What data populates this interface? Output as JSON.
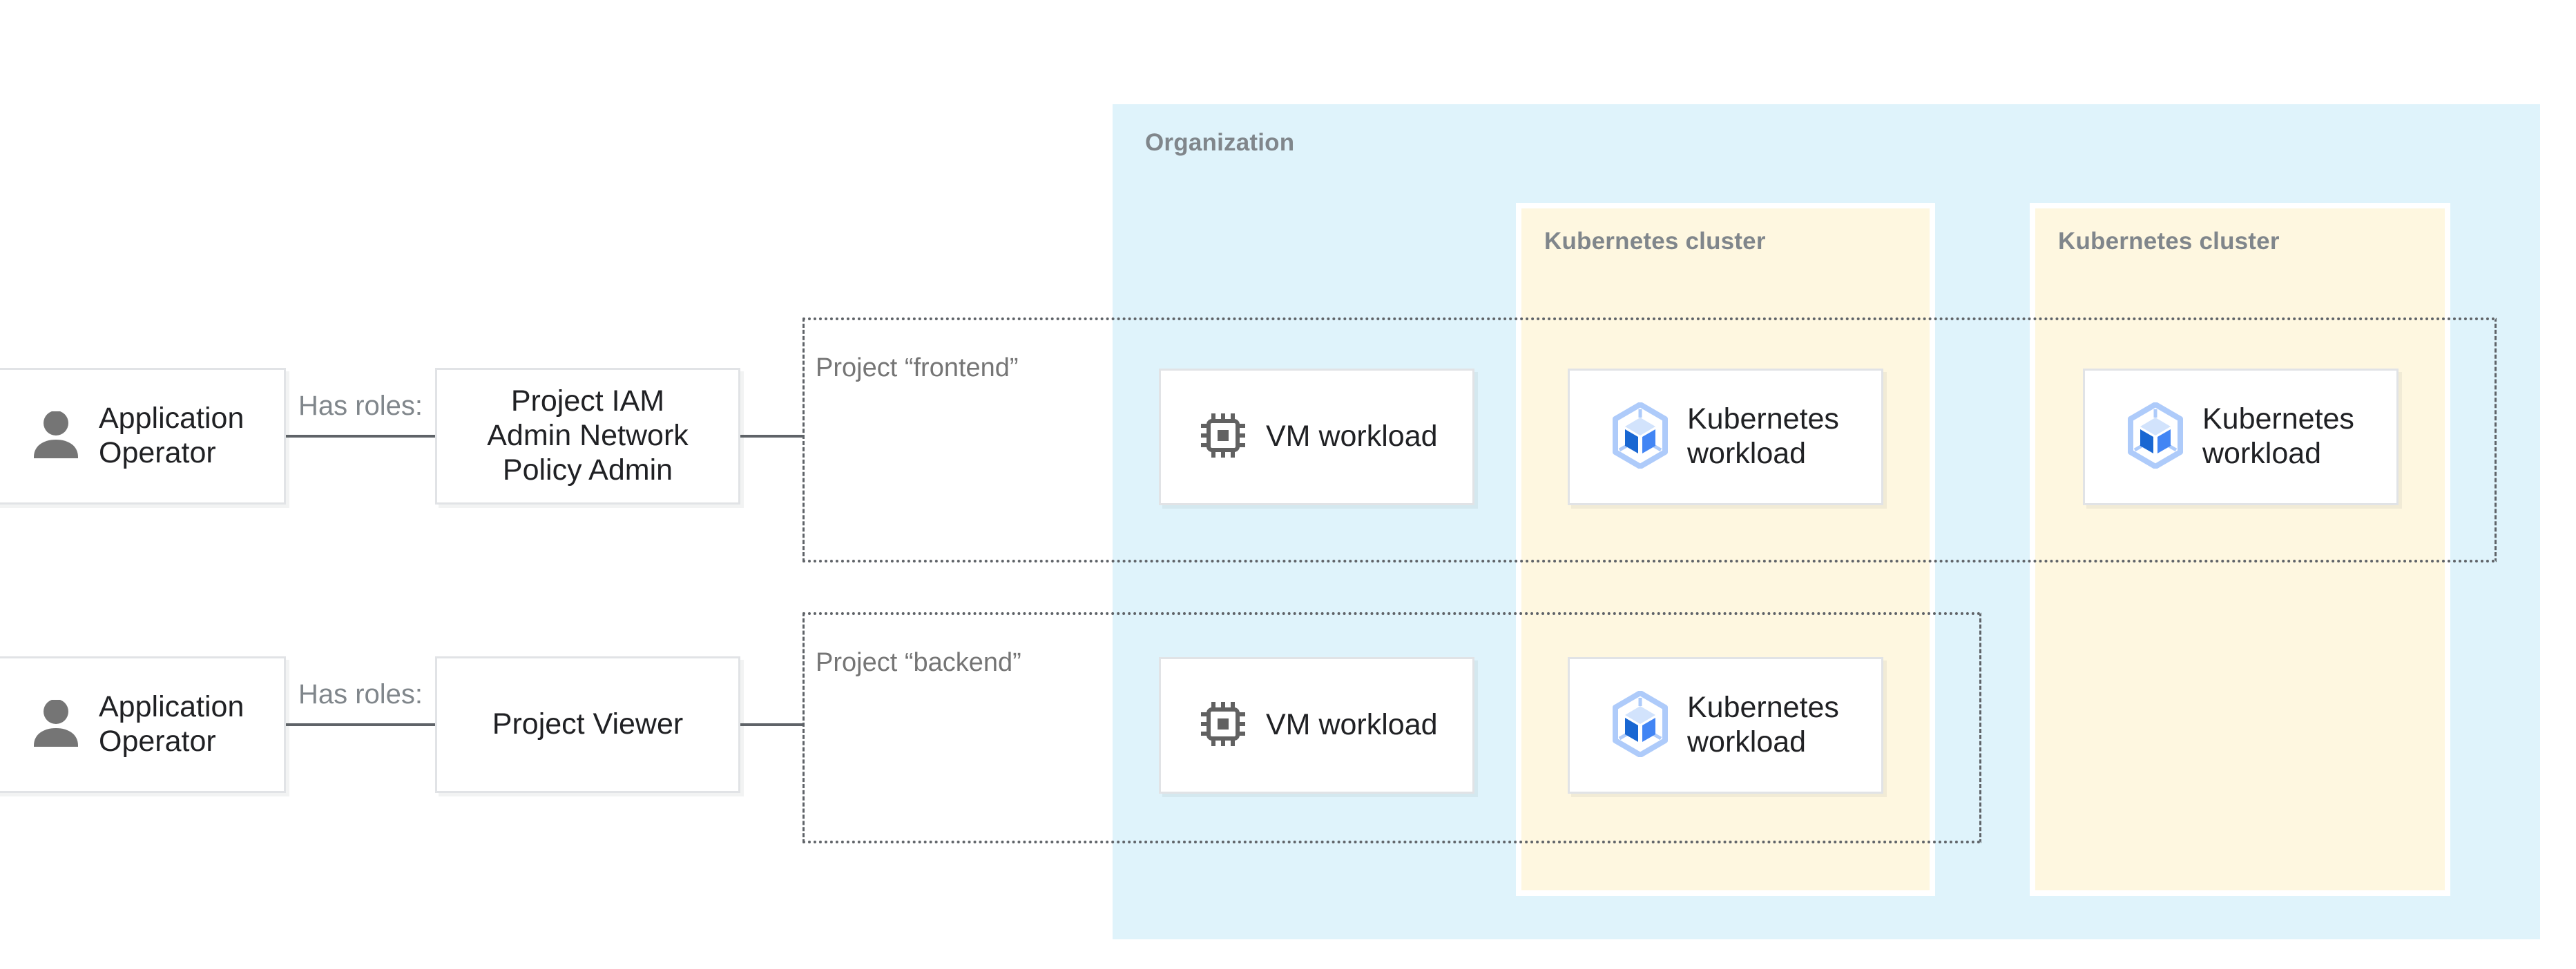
{
  "organization": {
    "label": "Organization"
  },
  "clusters": [
    {
      "label": "Kubernetes cluster"
    },
    {
      "label": "Kubernetes cluster"
    }
  ],
  "projects": [
    {
      "label": "Project “frontend”"
    },
    {
      "label": "Project “backend”"
    }
  ],
  "actors": [
    {
      "name": "Application\nOperator",
      "connector_label": "Has roles:",
      "role": "Project IAM\nAdmin Network\nPolicy Admin"
    },
    {
      "name": "Application\nOperator",
      "connector_label": "Has roles:",
      "role": "Project Viewer"
    }
  ],
  "workloads": {
    "vm": "VM workload",
    "kubernetes": "Kubernetes\nworkload"
  },
  "colors": {
    "organization_bg": "#DFF3FB",
    "cluster_bg": "#FEF7E0",
    "container_label": "#80868B",
    "project_label": "#757575",
    "connector_line": "#5F6368",
    "node_border": "#E1E3E6",
    "node_text": "#202124",
    "chip_icon": "#616161",
    "person_icon": "#757575",
    "k8s_hexagon": "#AECBFA",
    "k8s_cube_top": "#D2E3FC",
    "k8s_cube_left": "#1967D2",
    "k8s_cube_right": "#4285F4"
  }
}
